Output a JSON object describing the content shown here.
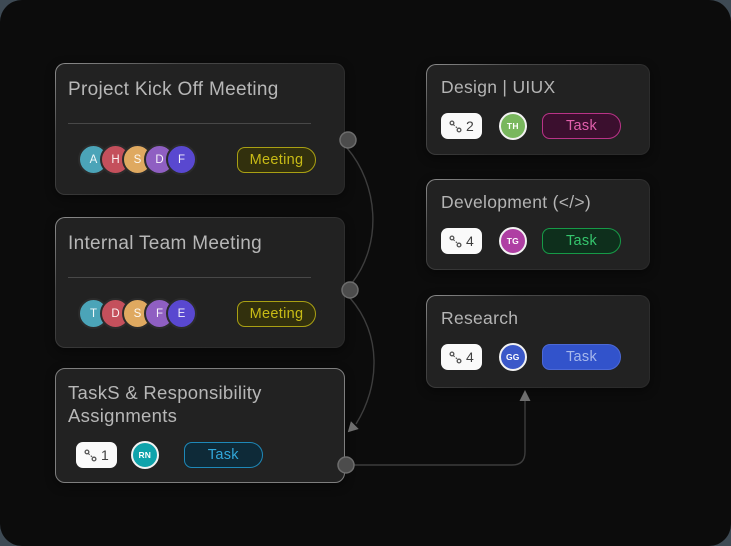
{
  "canvas": {
    "outside_color": "#3e4a54",
    "bg_color": "#0c0c0c",
    "connector_color": "#3d3d3d",
    "dot_color": "#4c4c4c"
  },
  "cards": {
    "kickoff": {
      "title": "Project Kick Off Meeting",
      "avatars": [
        {
          "initial": "A",
          "color": "#4ba4b8"
        },
        {
          "initial": "H",
          "color": "#c4505c"
        },
        {
          "initial": "S",
          "color": "#dfa960"
        },
        {
          "initial": "D",
          "color": "#8f5fc2"
        },
        {
          "initial": "F",
          "color": "#5948d0"
        }
      ],
      "badge": {
        "label": "Meeting",
        "text_color": "#c8bb16",
        "border_color": "#a9a013",
        "bg_color": "#32300d"
      }
    },
    "internal": {
      "title": "Internal Team Meeting",
      "avatars": [
        {
          "initial": "T",
          "color": "#4ba4b8"
        },
        {
          "initial": "D",
          "color": "#c4505c"
        },
        {
          "initial": "S",
          "color": "#dfa960"
        },
        {
          "initial": "F",
          "color": "#8f5fc2"
        },
        {
          "initial": "E",
          "color": "#5948d0"
        }
      ],
      "badge": {
        "label": "Meeting",
        "text_color": "#c8bb16",
        "border_color": "#a9a013",
        "bg_color": "#32300d"
      }
    },
    "tasks": {
      "title": "TaskS & Responsibility Assignments",
      "count": "1",
      "avatar": {
        "initials": "RN",
        "color": "#0fa3ab"
      },
      "badge": {
        "label": "Task",
        "text_color": "#31a7da",
        "border_color": "#1e88b8",
        "bg_color": "#0e2a38"
      }
    },
    "design": {
      "title": "Design | UIUX",
      "count": "2",
      "avatar": {
        "initials": "TH",
        "color": "#79b75e"
      },
      "badge": {
        "label": "Task",
        "text_color": "#e160ac",
        "border_color": "#b93387",
        "bg_color": "#3b0f2e"
      }
    },
    "development": {
      "title": "Development (</>)",
      "count": "4",
      "avatar": {
        "initials": "TG",
        "color": "#af3fa3"
      },
      "badge": {
        "label": "Task",
        "text_color": "#35c56d",
        "border_color": "#169a47",
        "bg_color": "#0e2f1c"
      }
    },
    "research": {
      "title": "Research",
      "count": "4",
      "avatar": {
        "initials": "GG",
        "color": "#3b58c9"
      },
      "badge": {
        "label": "Task",
        "text_color": "#a7b8ec",
        "border_color": "#4c69d6",
        "bg_color": "#3253cb"
      }
    }
  }
}
